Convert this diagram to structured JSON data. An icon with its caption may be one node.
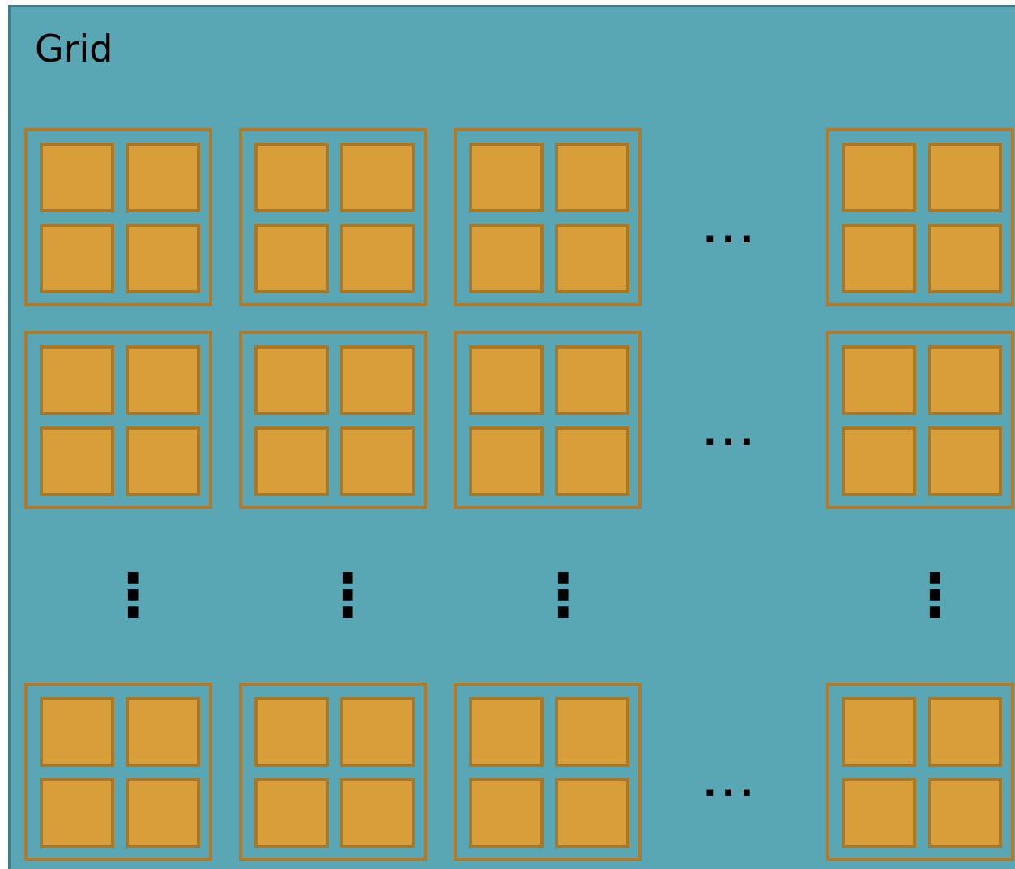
{
  "diagram": {
    "nodes": [
      {
        "text": [
          "Grid"
        ]
      },
      {
        "text": [],
        "shape": "box",
        "in": 0
      },
      {
        "text": [],
        "shape": "box",
        "in": 1
      },
      {
        "text": [],
        "shape": "box",
        "in": 1
      },
      {
        "text": [],
        "shape": "box",
        "in": 1
      },
      {
        "text": [],
        "shape": "box",
        "in": 1
      },
      {
        "text": [],
        "shape": "box",
        "in": 0
      },
      {
        "text": [],
        "shape": "box",
        "in": 6
      },
      {
        "text": [],
        "shape": "box",
        "in": 6
      },
      {
        "text": [],
        "shape": "box",
        "in": 6
      },
      {
        "text": [],
        "shape": "box",
        "in": 6
      },
      {
        "text": [],
        "shape": "box",
        "in": 0
      },
      {
        "text": [],
        "shape": "box",
        "in": 11
      },
      {
        "text": [],
        "shape": "box",
        "in": 11
      },
      {
        "text": [],
        "shape": "box",
        "in": 11
      },
      {
        "text": [],
        "shape": "box",
        "in": 11
      },
      {
        "text": [],
        "shape": "box",
        "in": 0
      },
      {
        "text": [],
        "shape": "box",
        "in": 16
      },
      {
        "text": [],
        "shape": "box",
        "in": 16
      },
      {
        "text": [],
        "shape": "box",
        "in": 16
      },
      {
        "text": [],
        "shape": "box",
        "in": 16
      },
      {
        "text": [],
        "shape": "box",
        "in": 0
      },
      {
        "text": [],
        "shape": "box",
        "in": 21
      },
      {
        "text": [],
        "shape": "box",
        "in": 21
      },
      {
        "text": [],
        "shape": "box",
        "in": 21
      },
      {
        "text": [],
        "shape": "box",
        "in": 21
      },
      {
        "text": [],
        "shape": "box",
        "in": 0
      },
      {
        "text": [],
        "shape": "box",
        "in": 26
      },
      {
        "text": [],
        "shape": "box",
        "in": 26
      },
      {
        "text": [],
        "shape": "box",
        "in": 26
      },
      {
        "text": [],
        "shape": "box",
        "in": 26
      },
      {
        "text": [],
        "shape": "box",
        "in": 0
      },
      {
        "text": [],
        "shape": "box",
        "in": 31
      },
      {
        "text": [],
        "shape": "box",
        "in": 31
      },
      {
        "text": [],
        "shape": "box",
        "in": 31
      },
      {
        "text": [],
        "shape": "box",
        "in": 31
      },
      {
        "text": [],
        "shape": "box",
        "in": 0
      },
      {
        "text": [],
        "shape": "box",
        "in": 36
      },
      {
        "text": [],
        "shape": "box",
        "in": 36
      },
      {
        "text": [],
        "shape": "box",
        "in": 36
      },
      {
        "text": [],
        "shape": "box",
        "in": 36
      },
      {
        "text": [],
        "shape": "box",
        "in": 0
      },
      {
        "text": [],
        "shape": "box",
        "in": 41
      },
      {
        "text": [],
        "shape": "box",
        "in": 41
      },
      {
        "text": [],
        "shape": "box",
        "in": 41
      },
      {
        "text": [],
        "shape": "box",
        "in": 41
      },
      {
        "text": [],
        "shape": "box",
        "in": 0
      },
      {
        "text": [],
        "shape": "box",
        "in": 46
      },
      {
        "text": [],
        "shape": "box",
        "in": 46
      },
      {
        "text": [],
        "shape": "box",
        "in": 46
      },
      {
        "text": [],
        "shape": "box",
        "in": 46
      },
      {
        "text": [],
        "shape": "box",
        "in": 0
      },
      {
        "text": [],
        "shape": "box",
        "in": 51
      },
      {
        "text": [],
        "shape": "box",
        "in": 51
      },
      {
        "text": [],
        "shape": "box",
        "in": 51
      },
      {
        "text": [],
        "shape": "box",
        "in": 51
      },
      {
        "text": [],
        "shape": "box",
        "in": 0
      },
      {
        "text": [],
        "shape": "box",
        "in": 56
      },
      {
        "text": [],
        "shape": "box",
        "in": 56
      },
      {
        "text": [],
        "shape": "box",
        "in": 56
      },
      {
        "text": [],
        "shape": "box",
        "in": 56
      }
    ],
    "edges": [],
    "labels": [
      "...",
      "...",
      "⋮",
      "⋮",
      "⋮",
      "⋮",
      "..."
    ]
  }
}
